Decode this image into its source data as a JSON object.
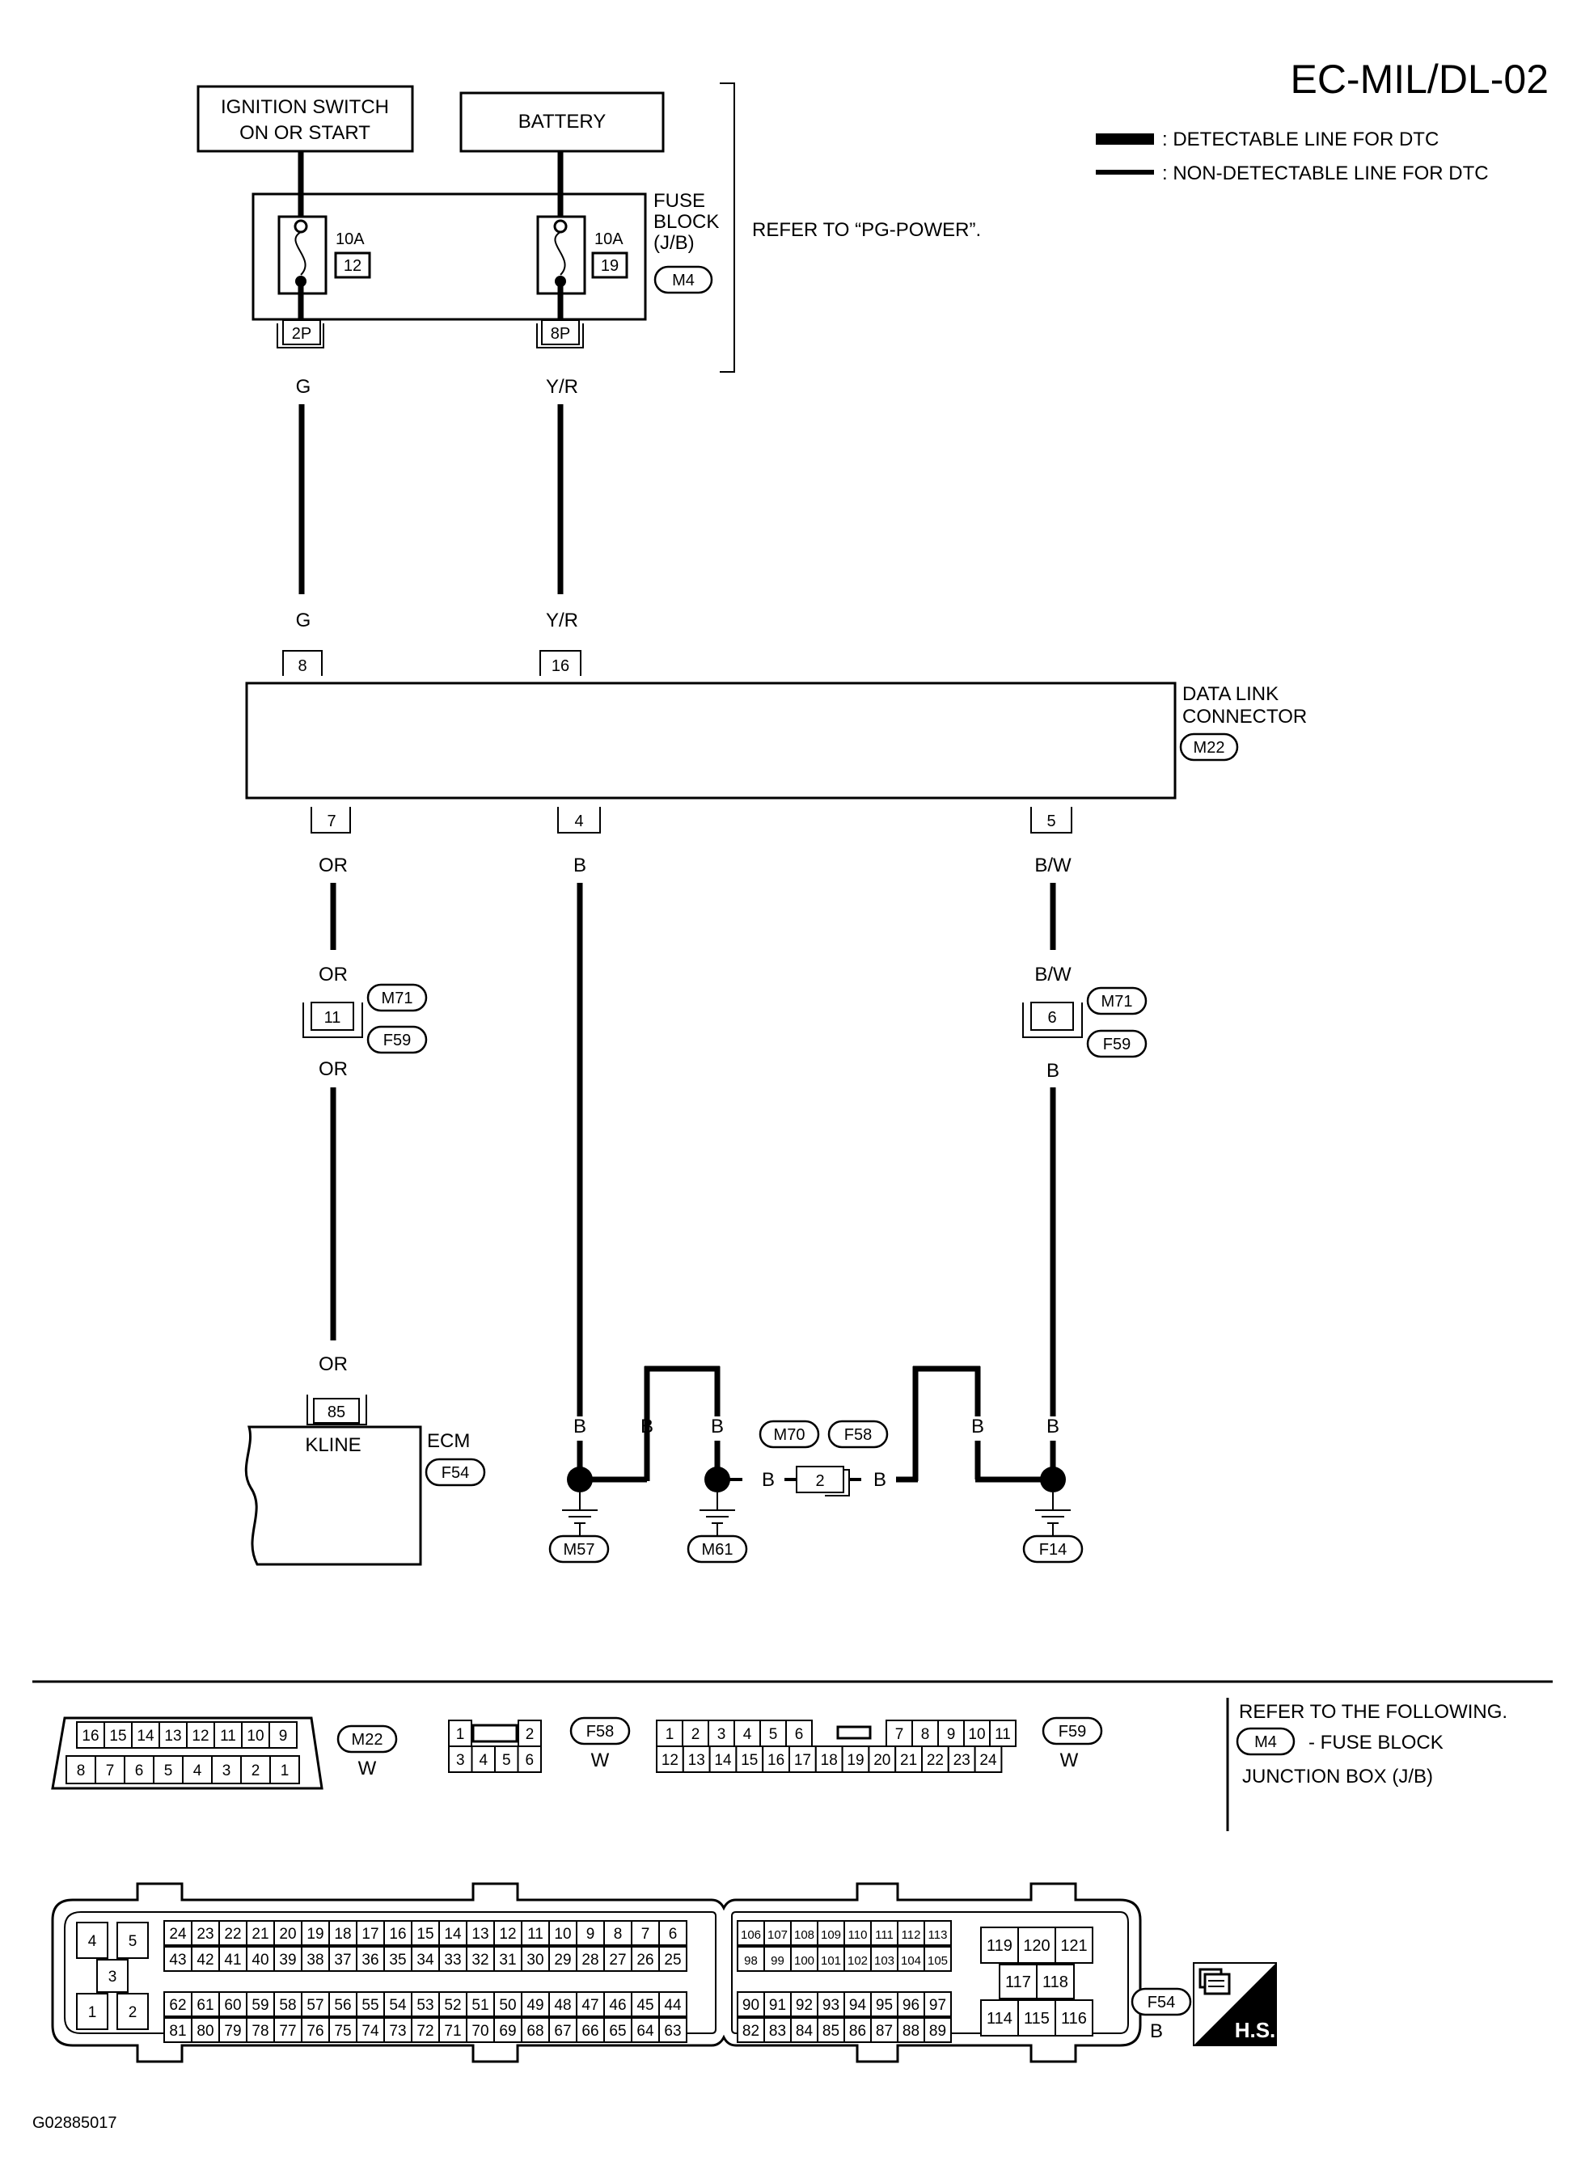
{
  "title": "EC-MIL/DL-02",
  "legend": {
    "detectable": ": DETECTABLE LINE FOR DTC",
    "non_detectable": ": NON-DETECTABLE LINE FOR DTC"
  },
  "sources": {
    "ignition_line1": "IGNITION SWITCH",
    "ignition_line2": "ON OR START",
    "battery": "BATTERY"
  },
  "fuse_block": {
    "line1": "FUSE",
    "line2": "BLOCK",
    "line3": "(J/B)",
    "connector": "M4",
    "refer": "REFER TO “PG-POWER”.",
    "fuse1_amp": "10A",
    "fuse1_num": "12",
    "fuse2_amp": "10A",
    "fuse2_num": "19",
    "term1": "2P",
    "term2": "8P"
  },
  "wires": {
    "g": "G",
    "yr": "Y/R",
    "or": "OR",
    "b": "B",
    "bw": "B/W"
  },
  "dlc": {
    "line1": "DATA LINK",
    "line2": "CONNECTOR",
    "connector": "M22",
    "pin_top1": "8",
    "pin_top2": "16",
    "pin_bot1": "7",
    "pin_bot2": "4",
    "pin_bot3": "5"
  },
  "joint": {
    "m71": "M71",
    "f59": "F59",
    "pin_or": "11",
    "pin_bw": "6"
  },
  "ecm": {
    "label": "ECM",
    "connector": "F54",
    "pin": "85",
    "pin_name": "KLINE"
  },
  "grounds": {
    "m57": "M57",
    "m61": "M61",
    "f14": "F14",
    "m70": "M70",
    "f58": "F58",
    "pin": "2"
  },
  "connectors": {
    "m22": {
      "id": "M22",
      "color": "W",
      "top": [
        "16",
        "15",
        "14",
        "13",
        "12",
        "11",
        "10",
        "9"
      ],
      "bottom": [
        "8",
        "7",
        "6",
        "5",
        "4",
        "3",
        "2",
        "1"
      ]
    },
    "f58": {
      "id": "F58",
      "color": "W",
      "top": [
        "1",
        "2"
      ],
      "bottom": [
        "3",
        "4",
        "5",
        "6"
      ]
    },
    "f59": {
      "id": "F59",
      "color": "W",
      "top": [
        "1",
        "2",
        "3",
        "4",
        "5",
        "6",
        "7",
        "8",
        "9",
        "10",
        "11"
      ],
      "bottom": [
        "12",
        "13",
        "14",
        "15",
        "16",
        "17",
        "18",
        "19",
        "20",
        "21",
        "22",
        "23",
        "24"
      ]
    },
    "f54": {
      "id": "F54",
      "color": "B",
      "left": [
        "4",
        "5",
        "3",
        "1",
        "2"
      ],
      "r1": [
        "24",
        "23",
        "22",
        "21",
        "20",
        "19",
        "18",
        "17",
        "16",
        "15",
        "14",
        "13",
        "12",
        "11",
        "10",
        "9",
        "8",
        "7",
        "6"
      ],
      "r2": [
        "43",
        "42",
        "41",
        "40",
        "39",
        "38",
        "37",
        "36",
        "35",
        "34",
        "33",
        "32",
        "31",
        "30",
        "29",
        "28",
        "27",
        "26",
        "25"
      ],
      "r3": [
        "62",
        "61",
        "60",
        "59",
        "58",
        "57",
        "56",
        "55",
        "54",
        "53",
        "52",
        "51",
        "50",
        "49",
        "48",
        "47",
        "46",
        "45",
        "44"
      ],
      "r4": [
        "81",
        "80",
        "79",
        "78",
        "77",
        "76",
        "75",
        "74",
        "73",
        "72",
        "71",
        "70",
        "69",
        "68",
        "67",
        "66",
        "65",
        "64",
        "63"
      ],
      "m1": [
        "106",
        "107",
        "108",
        "109",
        "110",
        "111",
        "112",
        "113"
      ],
      "m2": [
        "98",
        "99",
        "100",
        "101",
        "102",
        "103",
        "104",
        "105"
      ],
      "m3": [
        "90",
        "91",
        "92",
        "93",
        "94",
        "95",
        "96",
        "97"
      ],
      "m4": [
        "82",
        "83",
        "84",
        "85",
        "86",
        "87",
        "88",
        "89"
      ],
      "right": [
        "119",
        "120",
        "121",
        "117",
        "118",
        "114",
        "115",
        "116"
      ]
    }
  },
  "refer_note": {
    "line1": "REFER TO THE FOLLOWING.",
    "conn": "M4",
    "line2": "- FUSE BLOCK",
    "line3": "JUNCTION BOX (J/B)"
  },
  "hs_label": "H.S.",
  "figure_id": "G02885017"
}
